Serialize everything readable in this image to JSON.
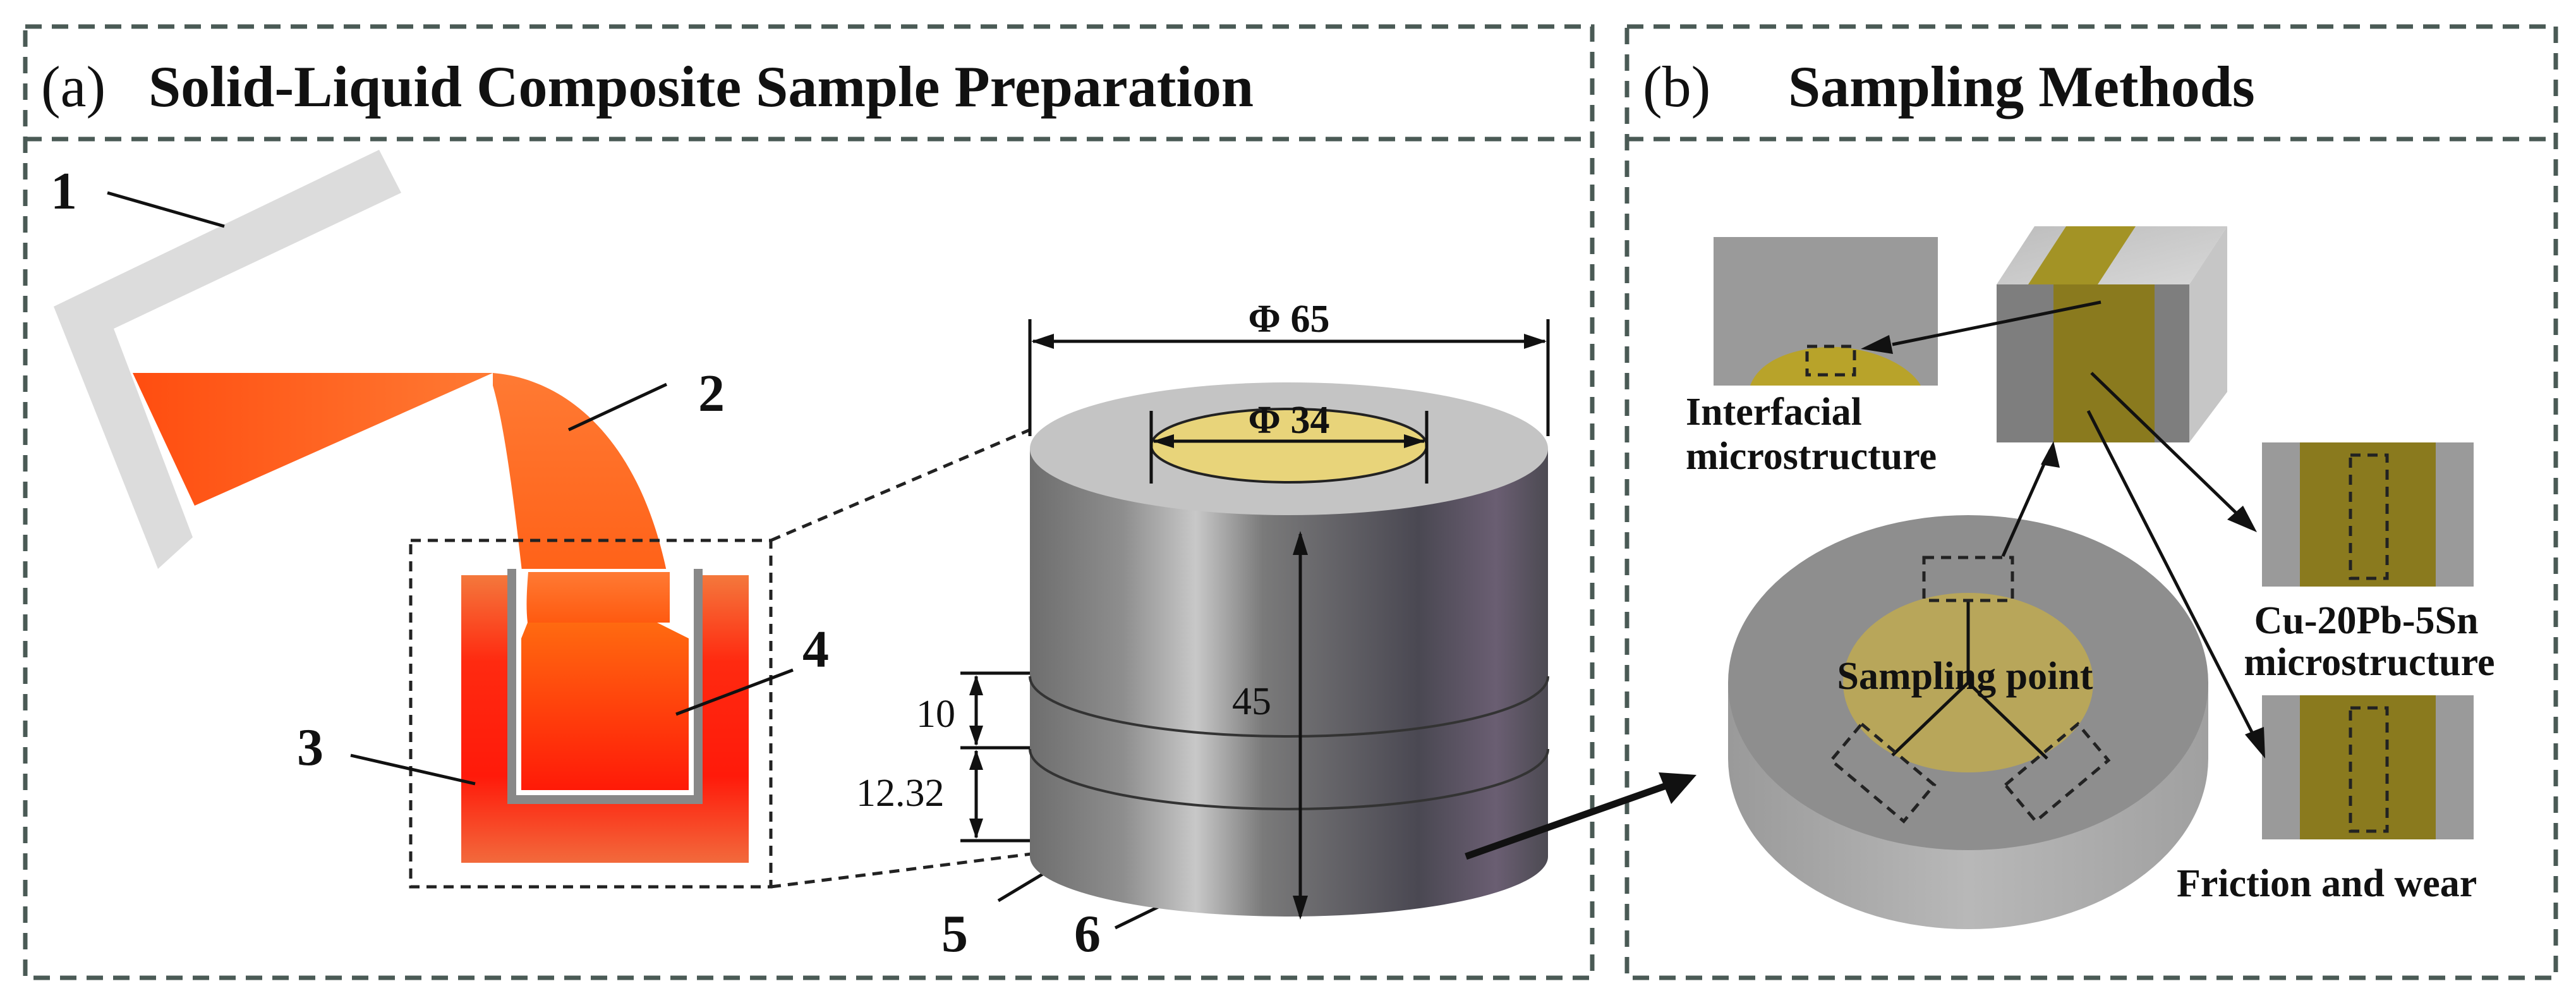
{
  "panel_a": {
    "tag": "(a)",
    "title": "Solid-Liquid Composite Sample Preparation",
    "callouts": [
      "1",
      "2",
      "3",
      "4",
      "5",
      "6"
    ],
    "dimensions": {
      "outer_diameter": "Φ 65",
      "inner_diameter": "Φ 34",
      "height": "45",
      "layer_top": "10",
      "layer_bottom": "12.32"
    }
  },
  "panel_b": {
    "tag": "(b)",
    "title": "Sampling Methods",
    "labels": {
      "interfacial_line1": "Interfacial",
      "interfacial_line2": "microstructure",
      "alloy_line1": "Cu-20Pb-5Sn",
      "alloy_line2": "microstructure",
      "sampling_point": "Sampling point",
      "friction": "Friction and wear"
    }
  },
  "colors": {
    "frame": "#4a5a55",
    "molten_metal": "#ff5a1a",
    "crucible": "#dcdcdc",
    "cylinder_steel": "#8a8a8a",
    "bronze_core": "#e8d47a",
    "bronze_section": "#8a7a1e"
  }
}
